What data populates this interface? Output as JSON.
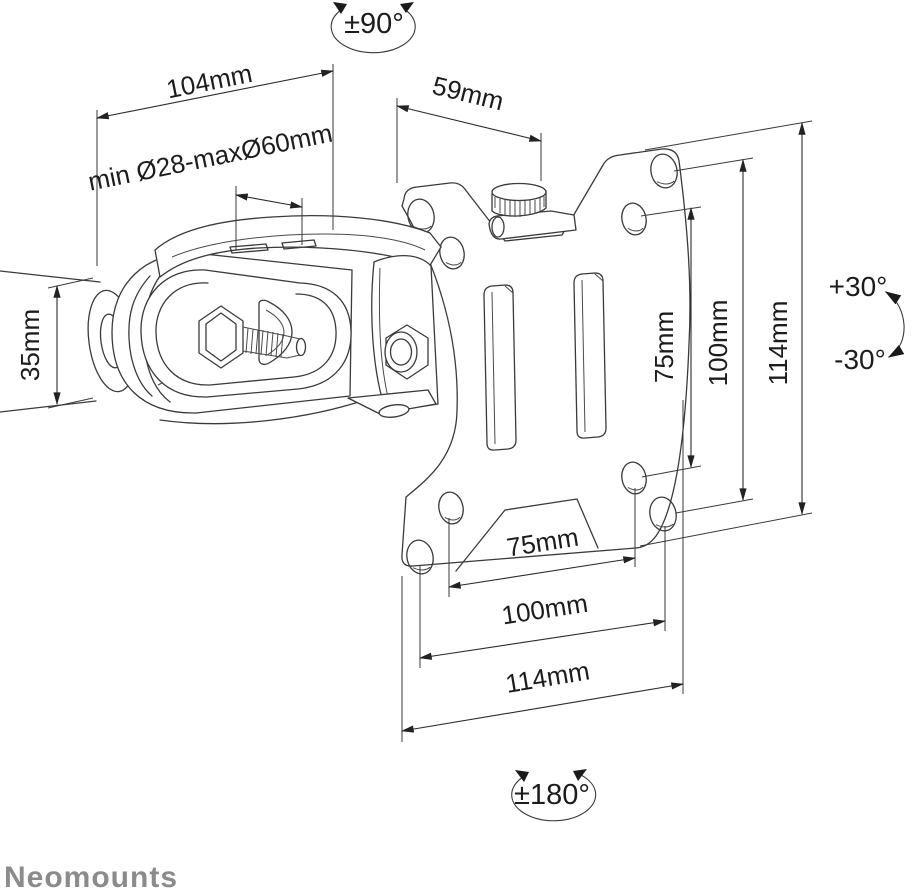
{
  "labels": {
    "rotation_top": "±90°",
    "width_top": "104mm",
    "pole_range": "min Ø28-maxØ60mm",
    "depth": "59mm",
    "clamp_height": "35mm",
    "v75": "75mm",
    "v100": "100mm",
    "v114": "114mm",
    "tilt_up": "+30°",
    "tilt_down": "-30°",
    "h75": "75mm",
    "h100": "100mm",
    "h114": "114mm",
    "rotation_bottom": "±180°",
    "logo": "Neomounts"
  },
  "colors": {
    "line": "#3a3a3a",
    "text": "#1c1c1c",
    "logo": "#8b8b8b",
    "background": "#ffffff"
  }
}
